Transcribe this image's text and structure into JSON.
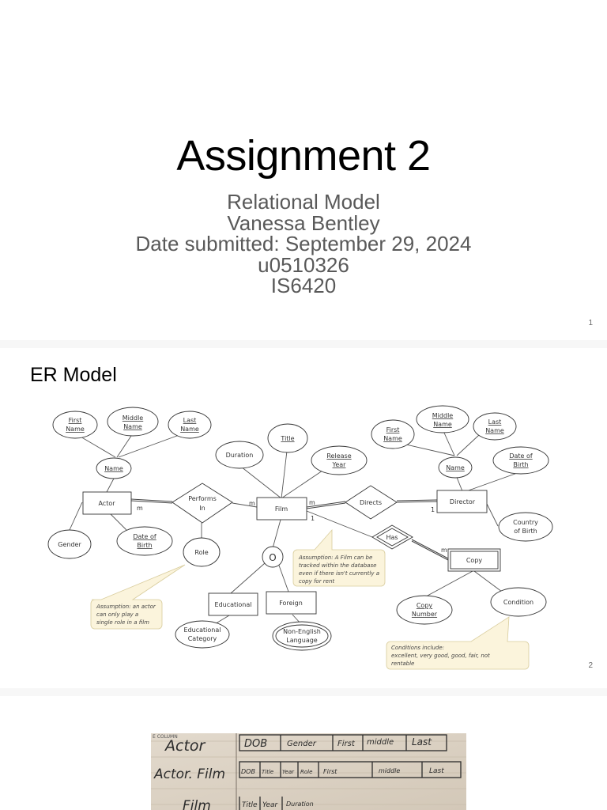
{
  "slide1": {
    "title": "Assignment 2",
    "subtitle_lines": [
      "Relational Model",
      "Vanessa Bentley",
      "Date submitted: September 29, 2024",
      "u0510326",
      "IS6420"
    ],
    "page_number": "1"
  },
  "slide2": {
    "title": "ER Model",
    "page_number": "2",
    "diagram": {
      "entities": {
        "actor": "Actor",
        "film": "Film",
        "director": "Director",
        "copy": "Copy",
        "educational": "Educational",
        "foreign": "Foreign"
      },
      "relationships": {
        "performs_in_1": "Performs",
        "performs_in_2": "In",
        "directs": "Directs",
        "has": "Has"
      },
      "attributes": {
        "actor_first_1": "First",
        "actor_first_2": "Name",
        "actor_middle_1": "Middle",
        "actor_middle_2": "Name",
        "actor_last_1": "Last",
        "actor_last_2": "Name",
        "actor_name": "Name",
        "actor_gender": "Gender",
        "actor_dob_1": "Date of",
        "actor_dob_2": "Birth",
        "role": "Role",
        "duration": "Duration",
        "title": "Title",
        "release_1": "Release",
        "release_2": "Year",
        "dir_first_1": "First",
        "dir_first_2": "Name",
        "dir_middle_1": "Middle",
        "dir_middle_2": "Name",
        "dir_last_1": "Last",
        "dir_last_2": "Name",
        "dir_name": "Name",
        "dir_dob_1": "Date of",
        "dir_dob_2": "Birth",
        "country_1": "Country",
        "country_2": "of Birth",
        "edu_cat_1": "Educational",
        "edu_cat_2": "Category",
        "non_english_1": "Non-English",
        "non_english_2": "Language",
        "copy_number_1": "Copy",
        "copy_number_2": "Number",
        "condition": "Condition",
        "disjoint": "O"
      },
      "cardinalities": {
        "actor_performs": "m",
        "performs_film": "m",
        "film_directs": "m",
        "directs_director": "1",
        "film_has": "1",
        "has_copy": "m"
      },
      "notes": {
        "role_note": [
          "Assumption: an actor",
          "can only play a",
          "single role in a film"
        ],
        "film_note": [
          "Assumption: A Film can be",
          "tracked within the database",
          "even if there isn't currently a",
          "copy for rent"
        ],
        "condition_note": [
          "Conditions include:",
          "excellent, very good, good, fair, not",
          "rentable"
        ]
      }
    }
  },
  "slide3": {
    "header_fragment": "E COLUMN",
    "rows": [
      {
        "label": "Actor",
        "columns": [
          "DOB",
          "Gender",
          "First",
          "middle",
          "Last"
        ]
      },
      {
        "label": "Actor. Film",
        "columns": [
          "DOB",
          "Title",
          "Year",
          "Role",
          "First",
          "middle",
          "Last"
        ]
      },
      {
        "label": "Film",
        "columns": [
          "Title",
          "Year",
          "Duration"
        ]
      }
    ]
  }
}
